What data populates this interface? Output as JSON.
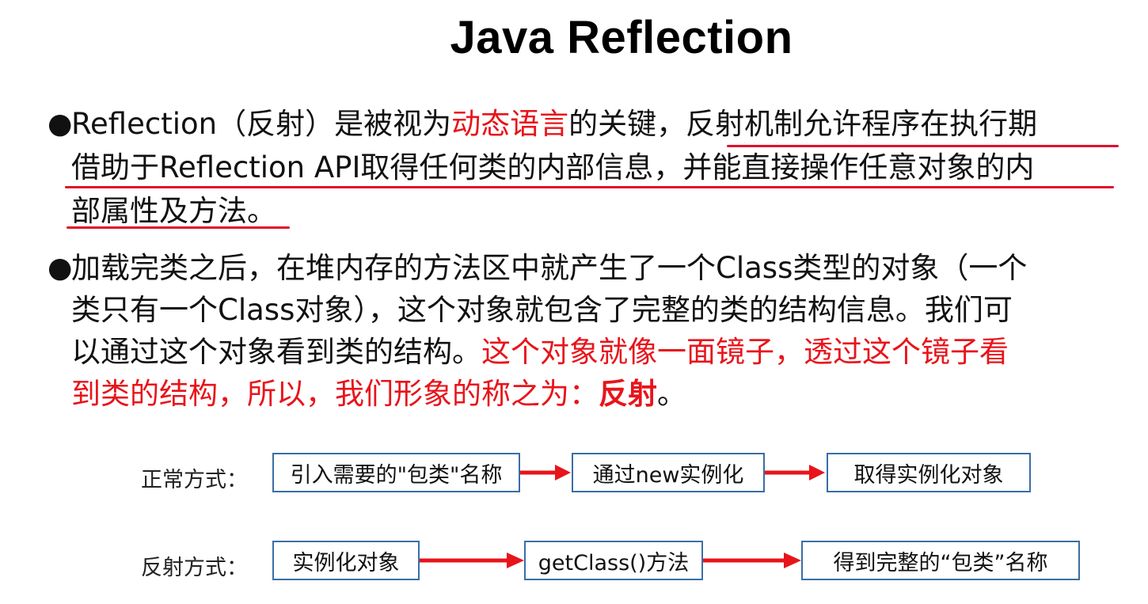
{
  "title": "Java Reflection",
  "bullet1": {
    "marker": "●",
    "line1": {
      "a": "Reflection（反射）是被视为",
      "red": "动态语言",
      "b": "的关键，反射机制允许程序在执行期"
    },
    "line2": "借助于Reflection API取得任何类的内部信息，并能直接操作任意对象的内",
    "line3": "部属性及方法。"
  },
  "bullet2": {
    "marker": "●",
    "line1": "加载完类之后，在堆内存的方法区中就产生了一个Class类型的对象（一个",
    "line2": "类只有一个Class对象），这个对象就包含了完整的类的结构信息。我们可",
    "line3": {
      "a": "以通过这个对象看到类的结构。",
      "red": "这个对象就像一面镜子，透过这个镜子看"
    },
    "line4": {
      "red": "到类的结构，所以，我们形象的称之为：",
      "bold_red": "反射",
      "end": "。"
    }
  },
  "flow_normal": {
    "label": "正常方式：",
    "steps": [
      "引入需要的\"包类\"名称",
      "通过new实例化",
      "取得实例化对象"
    ]
  },
  "flow_reflect": {
    "label": "反射方式：",
    "steps": [
      "实例化对象",
      "getClass()方法",
      "得到完整的“包类”名称"
    ]
  },
  "colors": {
    "accent_red": "#e8141b",
    "box_border": "#3a6ea5"
  }
}
